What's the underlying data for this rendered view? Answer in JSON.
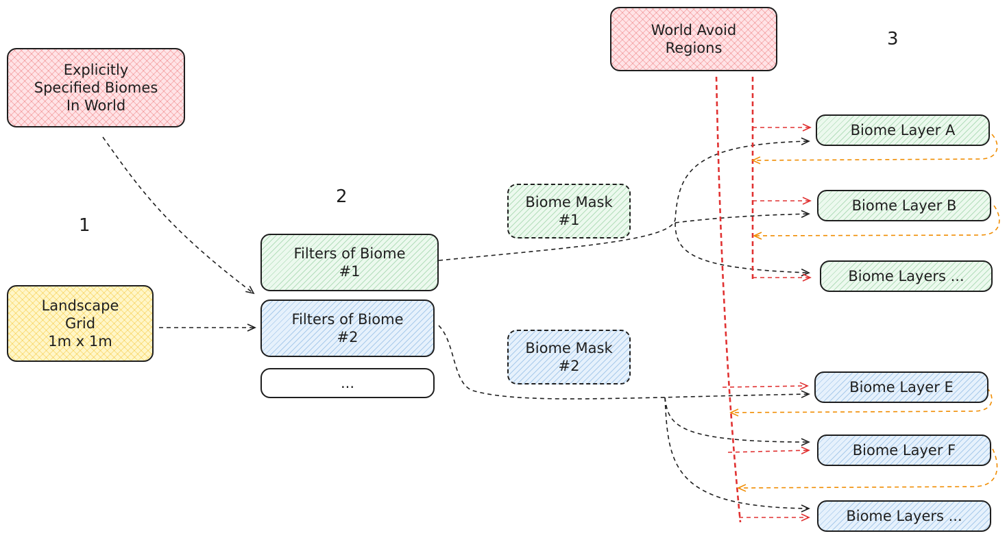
{
  "steps": {
    "one": "1",
    "two": "2",
    "three": "3"
  },
  "nodes": {
    "explicit_biomes": [
      "Explicitly",
      "Specified Biomes",
      "In World"
    ],
    "landscape_grid": [
      "Landscape",
      "Grid",
      "1m x 1m"
    ],
    "filters_biome_1": [
      "Filters of Biome",
      "#1"
    ],
    "filters_biome_2": [
      "Filters of Biome",
      "#2"
    ],
    "filters_more": "...",
    "biome_mask_1": [
      "Biome Mask",
      "#1"
    ],
    "biome_mask_2": [
      "Biome Mask",
      "#2"
    ],
    "world_avoid_regions": [
      "World Avoid",
      "Regions"
    ],
    "biome_layer_a": "Biome Layer A",
    "biome_layer_b": "Biome Layer B",
    "biome_layers_more_1": "Biome Layers ...",
    "biome_layer_e": "Biome Layer E",
    "biome_layer_f": "Biome Layer F",
    "biome_layers_more_2": "Biome Layers ..."
  },
  "colors": {
    "stroke": "#1e1e1e",
    "avoid_arrow": "#e03131",
    "feedback_arrow": "#f08c00",
    "red_fill": "#ffe3e6",
    "yellow_fill": "#fff6c8",
    "green_fill": "#ecf9ee",
    "blue_fill": "#e6f1fc"
  }
}
